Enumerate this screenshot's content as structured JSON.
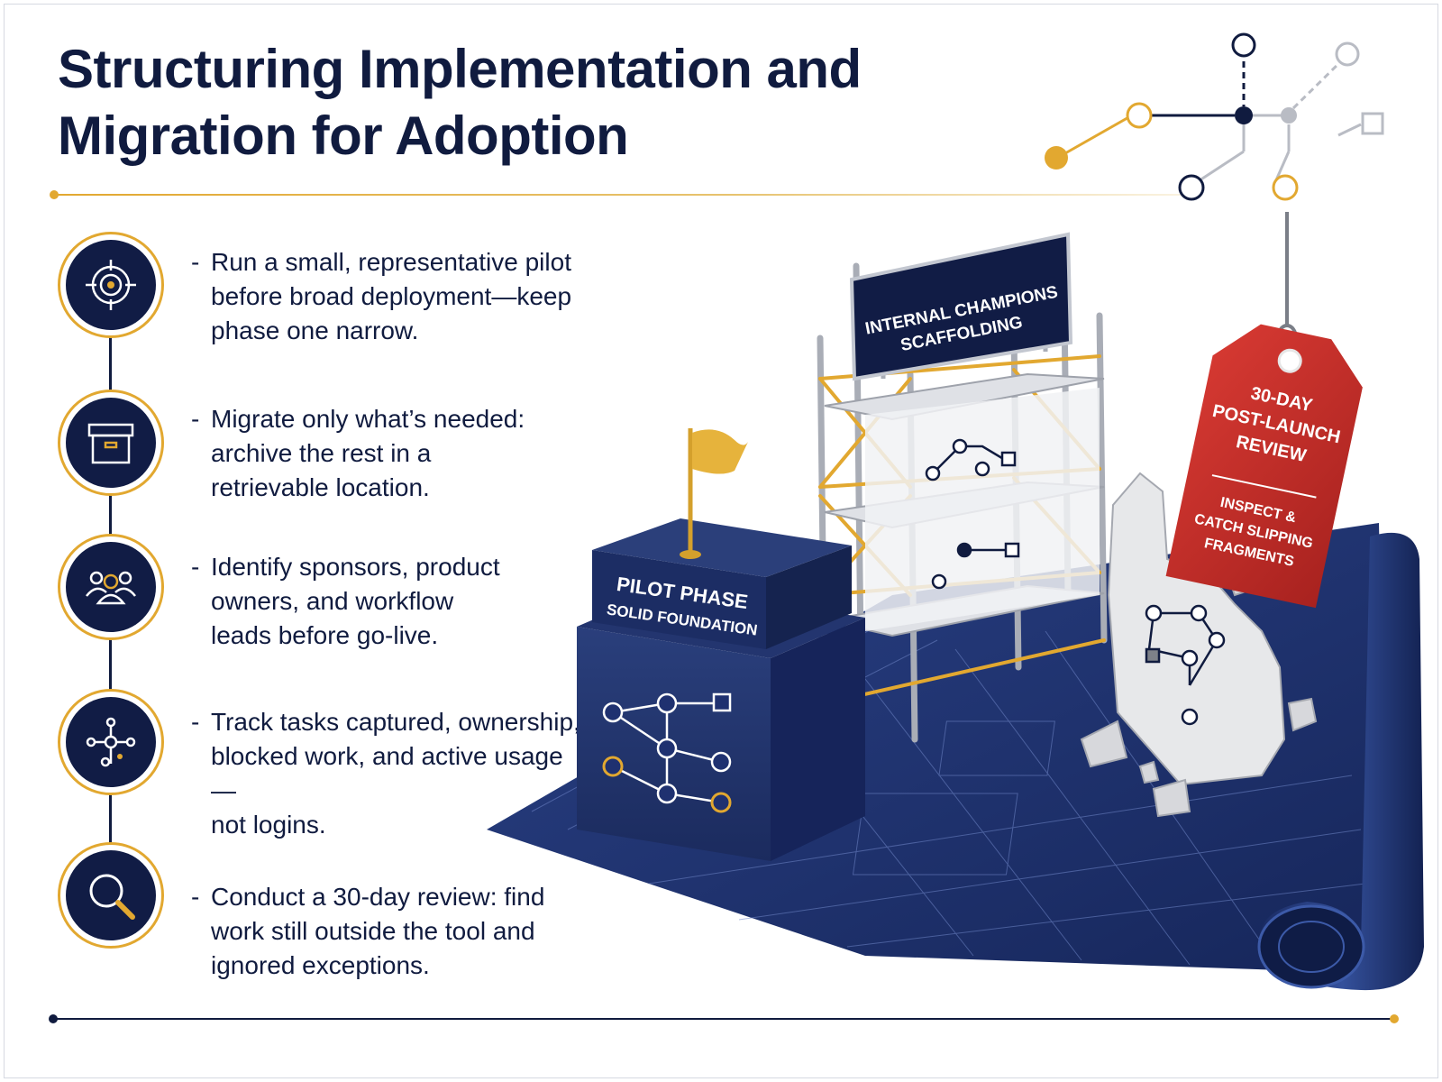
{
  "title_line1": "Structuring Implementation and",
  "title_line2": "Migration for Adoption",
  "steps": [
    {
      "icon": "target-icon",
      "dash": "-",
      "lines": [
        "Run a small, representative pilot",
        "before broad deployment—keep",
        "phase one narrow."
      ]
    },
    {
      "icon": "archive-box-icon",
      "dash": "-",
      "lines": [
        "Migrate only what’s needed:",
        "archive the rest in a",
        "retrievable location."
      ]
    },
    {
      "icon": "people-group-icon",
      "dash": "-",
      "lines": [
        "Identify sponsors, product",
        "owners, and workflow",
        "leads before go-live."
      ]
    },
    {
      "icon": "network-nodes-icon",
      "dash": "-",
      "lines": [
        "Track tasks captured, ownership,",
        "blocked work, and active usage—",
        "not logins."
      ]
    },
    {
      "icon": "magnifier-icon",
      "dash": "-",
      "lines": [
        "Conduct a 30-day review: find",
        "work still outside the tool and",
        "ignored exceptions."
      ]
    }
  ],
  "illustration": {
    "scaffold_sign": {
      "line1": "INTERNAL CHAMPIONS",
      "line2": "SCAFFOLDING"
    },
    "pilot_block": {
      "line1": "PILOT PHASE",
      "line2": "SOLID FOUNDATION"
    },
    "review_tag": {
      "line1": "30-DAY",
      "line2": "POST-LAUNCH",
      "line3": "REVIEW",
      "line4": "INSPECT &",
      "line5": "CATCH SLIPPING",
      "line6": "FRAGMENTS"
    }
  },
  "colors": {
    "navy": "#111c45",
    "gold": "#e2a830",
    "blueprint": "#1f3575",
    "tag_red": "#c8302b",
    "scaffold_silver": "#a9adb6"
  }
}
